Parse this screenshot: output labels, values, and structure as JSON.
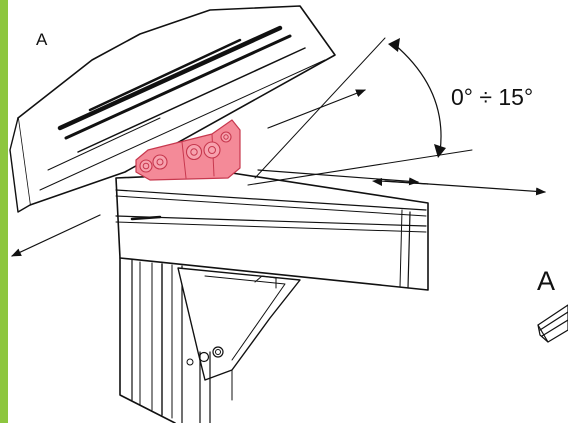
{
  "labels": {
    "detail_top": "A",
    "angle_range": "0° ÷ 15°",
    "detail_side": "A"
  },
  "colors": {
    "side_strip": "#8dc63f",
    "hinge": "#f48a98",
    "hinge_stroke": "#c7384e",
    "line": "#111111"
  },
  "icons": {
    "rotate_arrow": "arrow-icon",
    "hinge": "hinge-icon"
  }
}
